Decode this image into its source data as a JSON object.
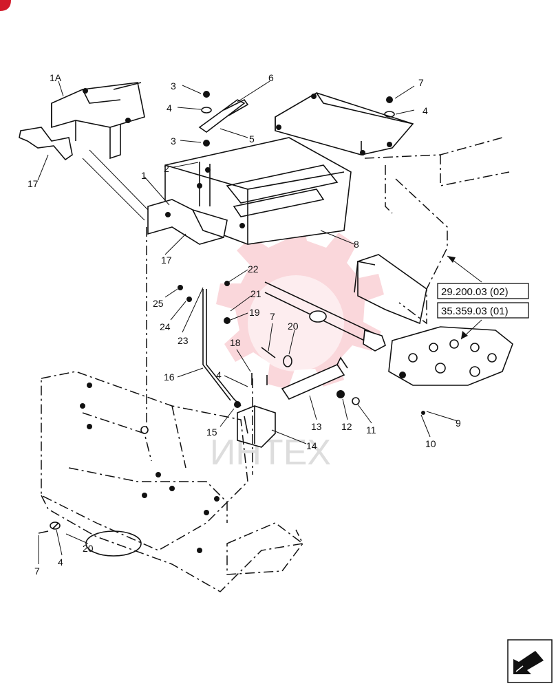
{
  "callouts": [
    "1A",
    "17",
    "3",
    "6",
    "4",
    "3",
    "5",
    "2",
    "1",
    "17",
    "7",
    "4",
    "8",
    "22",
    "25",
    "21",
    "24",
    "19",
    "23",
    "7",
    "20",
    "18",
    "16",
    "4",
    "15",
    "13",
    "12",
    "11",
    "14",
    "9",
    "10",
    "7",
    "4",
    "20"
  ],
  "refs": [
    "29.200.03 (02)",
    "35.359.03 (01)"
  ],
  "watermark_text": "ИНТЕХ",
  "icons": {
    "corner": "red-corner-mark",
    "nav": "previous-page-arrow-icon"
  }
}
